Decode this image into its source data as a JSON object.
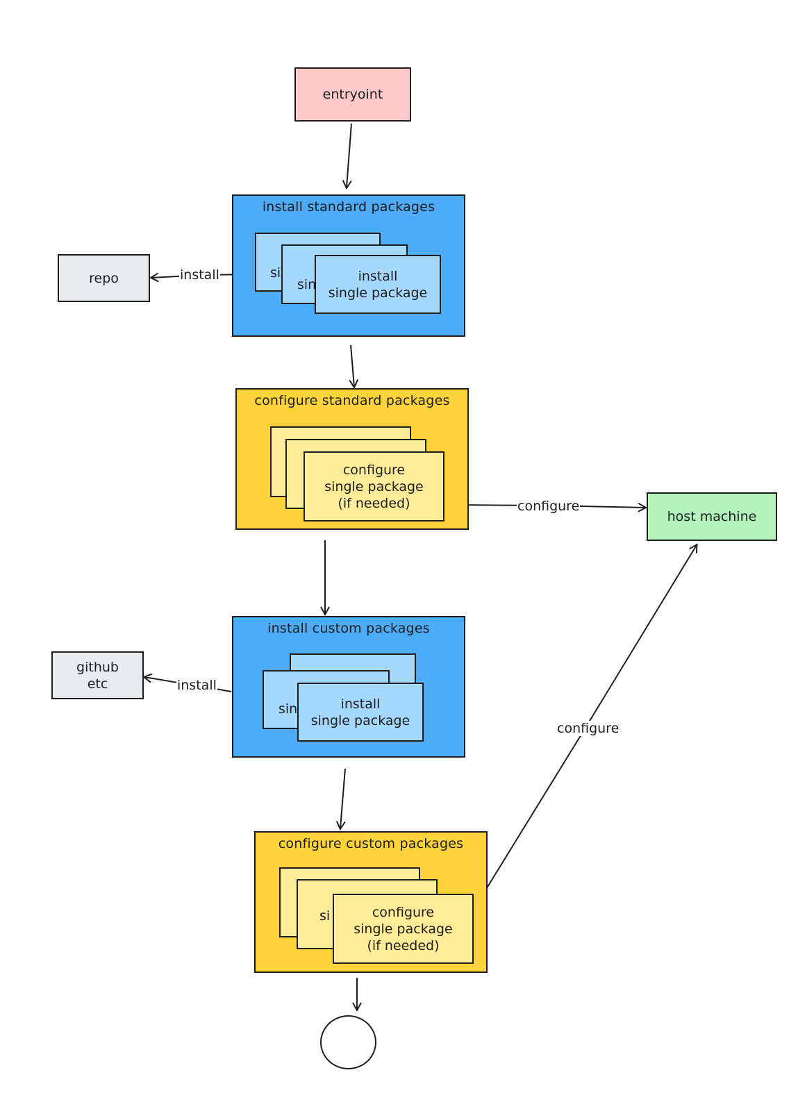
{
  "nodes": {
    "entrypoint": "entryoint",
    "repo": "repo",
    "github": "github\netc",
    "host": "host machine"
  },
  "groups": {
    "install_standard": {
      "title": "install standard packages",
      "card_label": "install\nsingle package",
      "peek_1": "si",
      "peek_2": "sin"
    },
    "configure_standard": {
      "title": "configure standard packages",
      "card_label": "configure\nsingle package\n(if needed)"
    },
    "install_custom": {
      "title": "install custom packages",
      "card_label": "install\nsingle package",
      "peek_1": "sing"
    },
    "configure_custom": {
      "title": "configure custom packages",
      "card_label": "configure\nsingle package\n(if needed)",
      "peek_1": "si"
    }
  },
  "edge_labels": {
    "install_repo": "install",
    "install_github": "install",
    "configure_host_1": "configure",
    "configure_host_2": "configure"
  },
  "colors": {
    "entry": "#ffc9c9",
    "neutral": "#e9ecef",
    "host": "#b2f2bb",
    "install_group": "#4dabf7",
    "install_card": "#a5d8ff",
    "configure_group": "#ffd43b",
    "configure_card": "#ffec99",
    "stroke": "#1e1e1e"
  }
}
